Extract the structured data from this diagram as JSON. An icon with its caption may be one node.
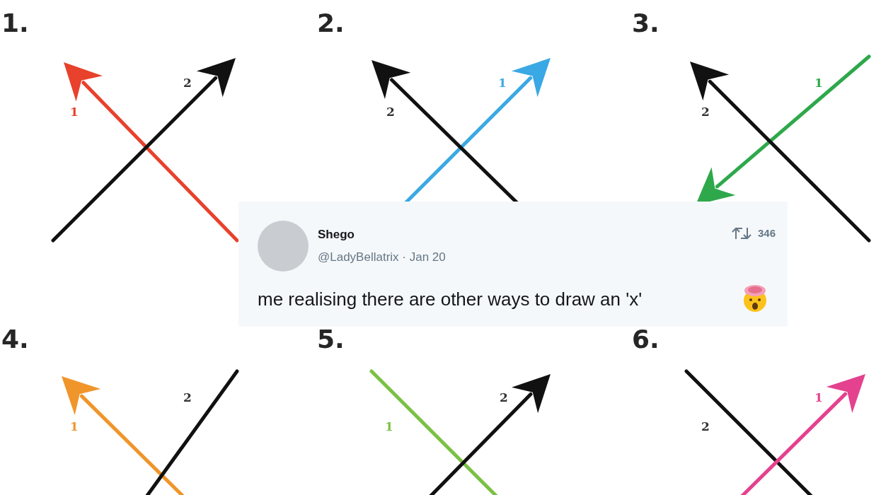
{
  "diagram": {
    "nodes": [
      {
        "text": [
          "Shego",
          "@LadyBellatrix · Jan 20",
          "346",
          "me realising there are other ways to draw an 'x'"
        ]
      }
    ],
    "labels": [
      "1.",
      "2.",
      "3.",
      "2",
      "1",
      "1",
      "1",
      "2",
      "2",
      "4.",
      "5.",
      "6.",
      "2",
      "2",
      "1",
      "1",
      "1",
      "2"
    ]
  }
}
